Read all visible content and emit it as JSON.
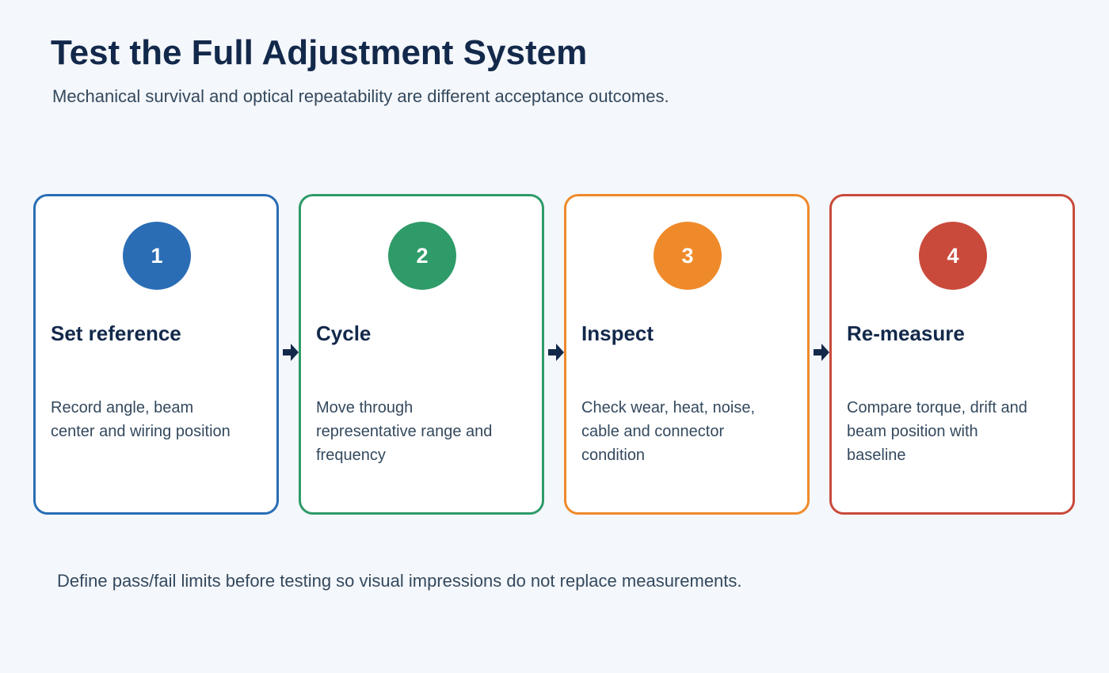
{
  "header": {
    "title": "Test the Full Adjustment System",
    "subtitle": "Mechanical survival and optical repeatability are different acceptance outcomes."
  },
  "steps": [
    {
      "number": "1",
      "title": "Set reference",
      "description": "Record angle, beam center and wiring position",
      "color": "#2a6db5"
    },
    {
      "number": "2",
      "title": "Cycle",
      "description": "Move through representative range and frequency",
      "color": "#2e9b69"
    },
    {
      "number": "3",
      "title": "Inspect",
      "description": "Check wear, heat, noise, cable and connector condition",
      "color": "#ef8a2a"
    },
    {
      "number": "4",
      "title": "Re-measure",
      "description": "Compare torque, drift and beam position with baseline",
      "color": "#c94a3b"
    }
  ],
  "arrow_color": "#13294b",
  "footer": {
    "note": "Define pass/fail limits before testing so visual impressions do not replace measurements."
  }
}
